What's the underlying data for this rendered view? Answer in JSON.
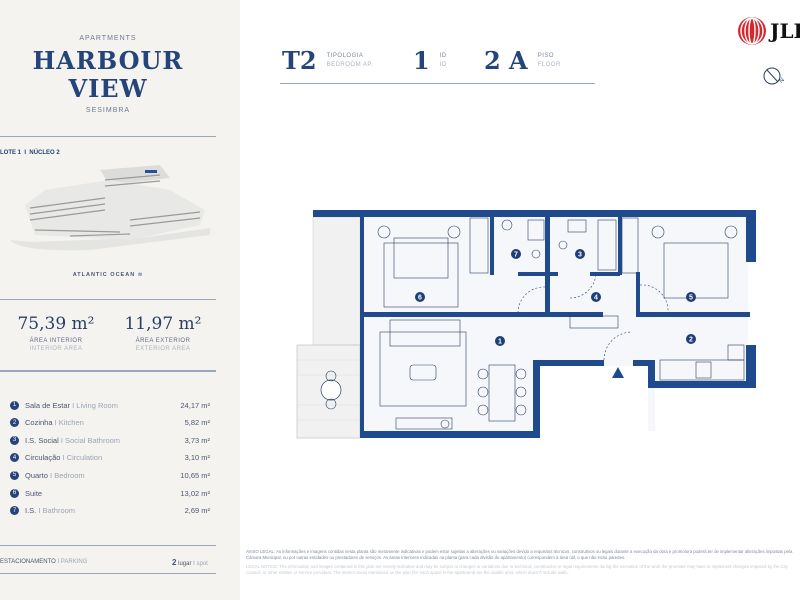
{
  "brand": {
    "subtitle": "APARTMENTS",
    "title_line1": "HARBOUR",
    "title_line2": "VIEW",
    "location": "SESIMBRA",
    "logo": "JLL"
  },
  "building": {
    "lote": "LOTE 1",
    "sep": "I",
    "nucleo": "NÚCLEO 2",
    "ocean": "ATLANTIC OCEAN"
  },
  "areas": {
    "interior": {
      "value": "75,39 m²",
      "label_pt": "ÁREA INTERIOR",
      "label_en": "INTERIOR AREA"
    },
    "exterior": {
      "value": "11,97 m²",
      "label_pt": "ÁREA EXTERIOR",
      "label_en": "EXTERIOR AREA"
    }
  },
  "rooms": [
    {
      "n": "1",
      "pt": "Sala de Estar",
      "en": "I Living Room",
      "area": "24,17 m²"
    },
    {
      "n": "2",
      "pt": "Cozinha",
      "en": "I Kitchen",
      "area": "5,82 m²"
    },
    {
      "n": "3",
      "pt": "I.S. Social",
      "en": "I Social Bathroom",
      "area": "3,73 m²"
    },
    {
      "n": "4",
      "pt": "Circulação",
      "en": "I Circulation",
      "area": "3,10 m²"
    },
    {
      "n": "5",
      "pt": "Quarto",
      "en": "I Bedroom",
      "area": "10,65 m²"
    },
    {
      "n": "6",
      "pt": "Suite",
      "en": "",
      "area": "13,02 m²"
    },
    {
      "n": "7",
      "pt": "I.S.",
      "en": "I Bathroom",
      "area": "2,69 m²"
    }
  ],
  "parking": {
    "label_pt": "ESTACIONAMENTO",
    "label_en": "I PARKING",
    "count": "2",
    "unit_pt": "lugar",
    "unit_en": "I spot"
  },
  "header": {
    "typology": {
      "value": "T2",
      "label_pt": "TIPOLOGIA",
      "label_en": "BEDROOM AP."
    },
    "id": {
      "value": "1",
      "label_pt": "ID",
      "label_en": "ID"
    },
    "floor": {
      "value": "2 A",
      "label_pt": "PISO",
      "label_en": "FLOOR"
    }
  },
  "compass": {
    "label": "N"
  },
  "legal": {
    "pt": "AVISO LEGAL: As informações e imagens contidas nesta planta são meramente indicativas e podem estar sujeitas a alterações ou variações devido a requisitos técnicos, construtivos ou legais durante a execução da obra e promotora poderá ter de implementar alterações impostas pela Câmara Municipal, ou por outras entidades ou prestadores de serviços. As áreas interiores indicadas na planta (para cada divisão do apartamento) correspondem à área útil, o que não inclui paredes.",
    "en": "LEGAL NOTICE: The information and images contained in this plan are merely indicative and may be subject to changes or variations due to technical, constructive or legal requirements during the execution of the work the promoter may have to implement changes imposed by the City Council, or other entities or service providers. The interior areas mentioned on the plan (for each space in the apartment) are the usable area, which doesn't include walls."
  },
  "colors": {
    "navy": "#24447a",
    "wall": "#1f4a8e",
    "red": "#d2282e"
  }
}
